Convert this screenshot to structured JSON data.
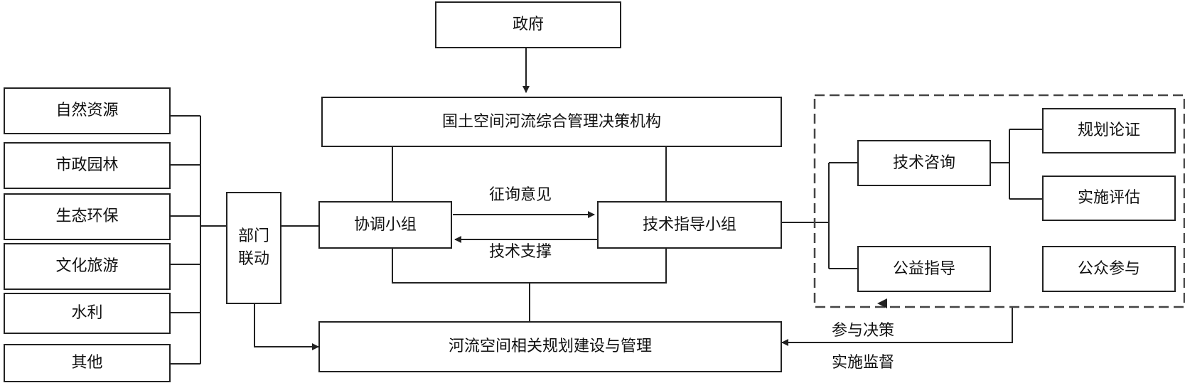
{
  "nodes": {
    "government": "政府",
    "decision_body": "国土空间河流综合管理决策机构",
    "coordination_group": "协调小组",
    "technical_group": "技术指导小组",
    "planning_management": "河流空间相关规划建设与管理",
    "dept_linkage": [
      "部门",
      "联动"
    ],
    "tech_consult": "技术咨询",
    "public_guidance": "公益指导",
    "plan_demonstration": "规划论证",
    "implementation_eval": "实施评估",
    "public_participation": "公众参与"
  },
  "departments": [
    "自然资源",
    "市政园林",
    "生态环保",
    "文化旅游",
    "水利",
    "其他"
  ],
  "edge_labels": {
    "consult_opinion": "征询意见",
    "tech_support": "技术支撑",
    "participate_decision": "参与决策",
    "implementation_supervision": "实施监督"
  },
  "style": {
    "line_color": "#222222",
    "dash_color": "#444444"
  }
}
